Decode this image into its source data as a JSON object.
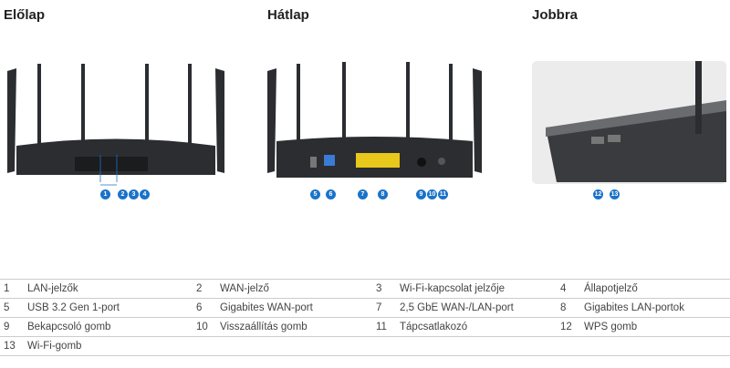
{
  "headings": {
    "front": "Előlap",
    "back": "Hátlap",
    "right": "Jobbra"
  },
  "markers": {
    "front": [
      "1",
      "2",
      "3",
      "4"
    ],
    "back": [
      "5",
      "6",
      "7",
      "8",
      "9",
      "10",
      "11"
    ],
    "right": [
      "12",
      "13"
    ]
  },
  "legend": [
    [
      {
        "n": "1",
        "t": "LAN-jelzők"
      },
      {
        "n": "2",
        "t": "WAN-jelző"
      },
      {
        "n": "3",
        "t": "Wi-Fi-kapcsolat jelzője"
      },
      {
        "n": "4",
        "t": "Állapotjelző"
      }
    ],
    [
      {
        "n": "5",
        "t": "USB 3.2 Gen 1-port"
      },
      {
        "n": "6",
        "t": "Gigabites WAN-port"
      },
      {
        "n": "7",
        "t": "2,5 GbE WAN-/LAN-port"
      },
      {
        "n": "8",
        "t": "Gigabites LAN-portok"
      }
    ],
    [
      {
        "n": "9",
        "t": "Bekapcsoló gomb"
      },
      {
        "n": "10",
        "t": "Visszaállítás gomb"
      },
      {
        "n": "11",
        "t": "Tápcsatlakozó"
      },
      {
        "n": "12",
        "t": "WPS gomb"
      }
    ],
    [
      {
        "n": "13",
        "t": "Wi-Fi-gomb"
      }
    ]
  ],
  "colors": {
    "marker": "#1a73c9",
    "router": "#2b2d30"
  }
}
